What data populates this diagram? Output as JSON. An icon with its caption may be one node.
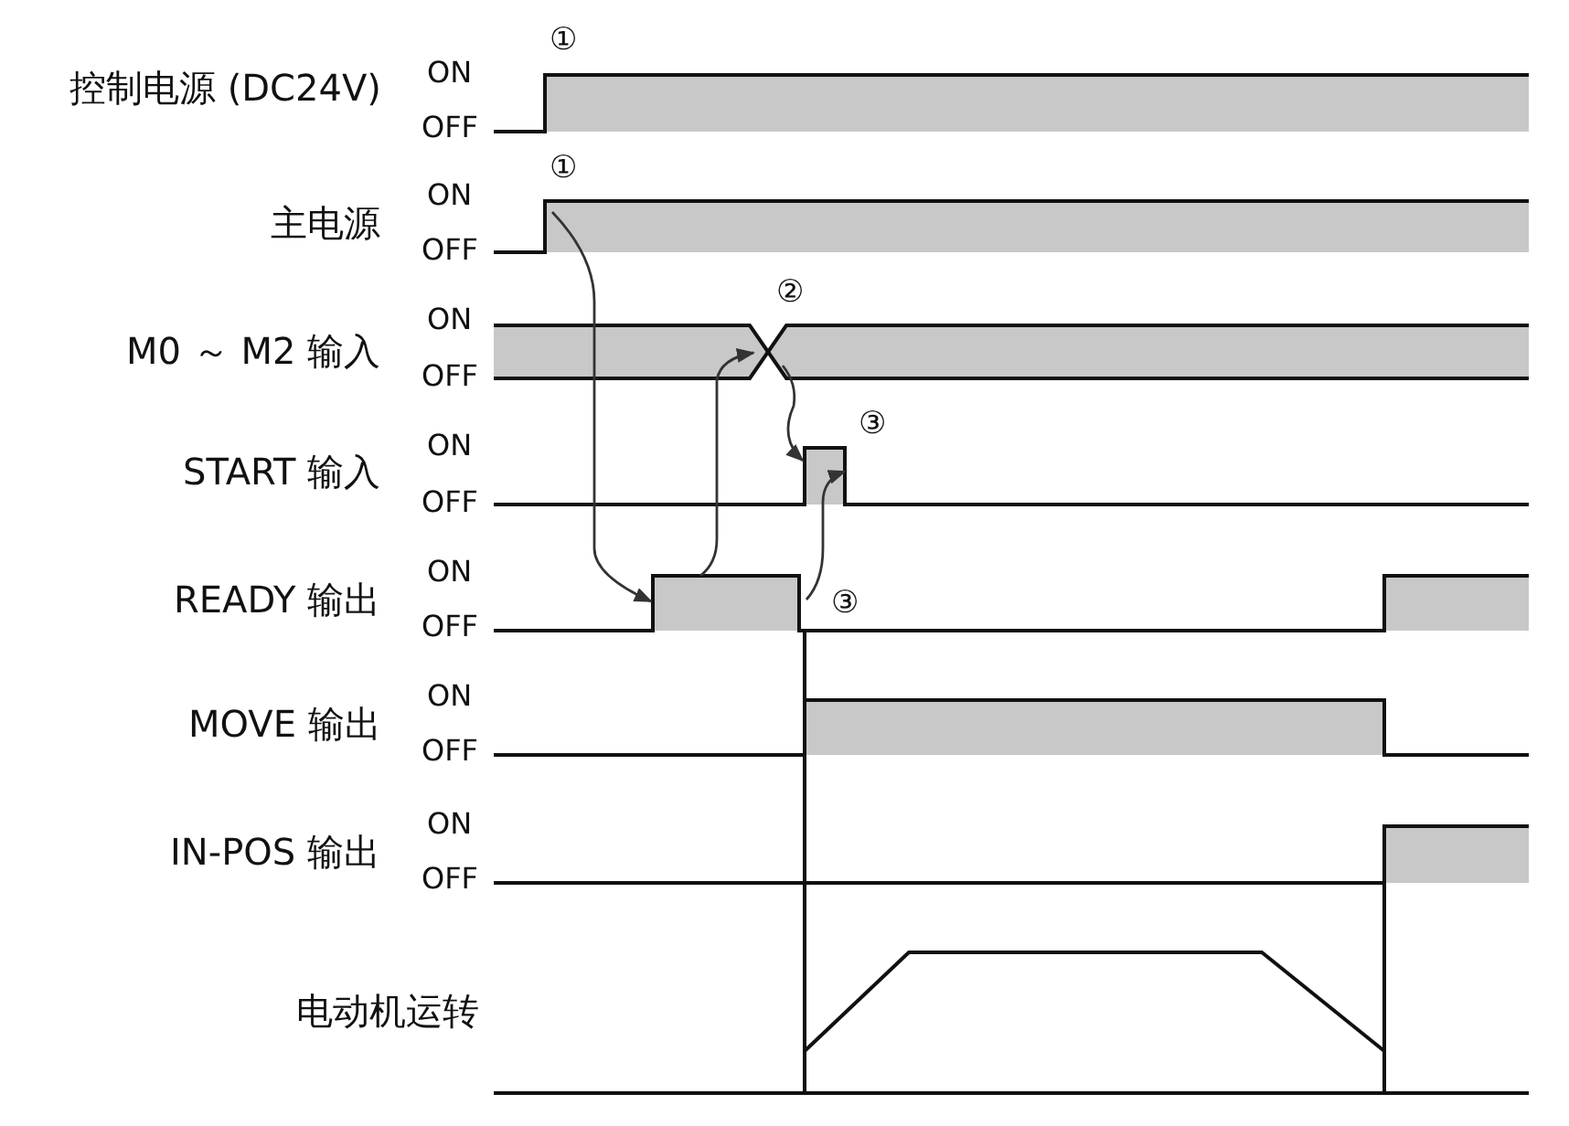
{
  "diagram": {
    "labels": [
      "①",
      "控制电源 (DC24V)",
      "ON",
      "OFF",
      "①",
      "主电源",
      "ON",
      "OFF",
      "M0 ～ M2 输入",
      "②",
      "ON",
      "OFF",
      "③",
      "START 输入",
      "ON",
      "OFF",
      "READY 输出",
      "ON",
      "OFF",
      "③",
      "MOVE 输出",
      "ON",
      "OFF",
      "IN-POS 输出",
      "ON",
      "OFF",
      "电动机运转"
    ]
  }
}
